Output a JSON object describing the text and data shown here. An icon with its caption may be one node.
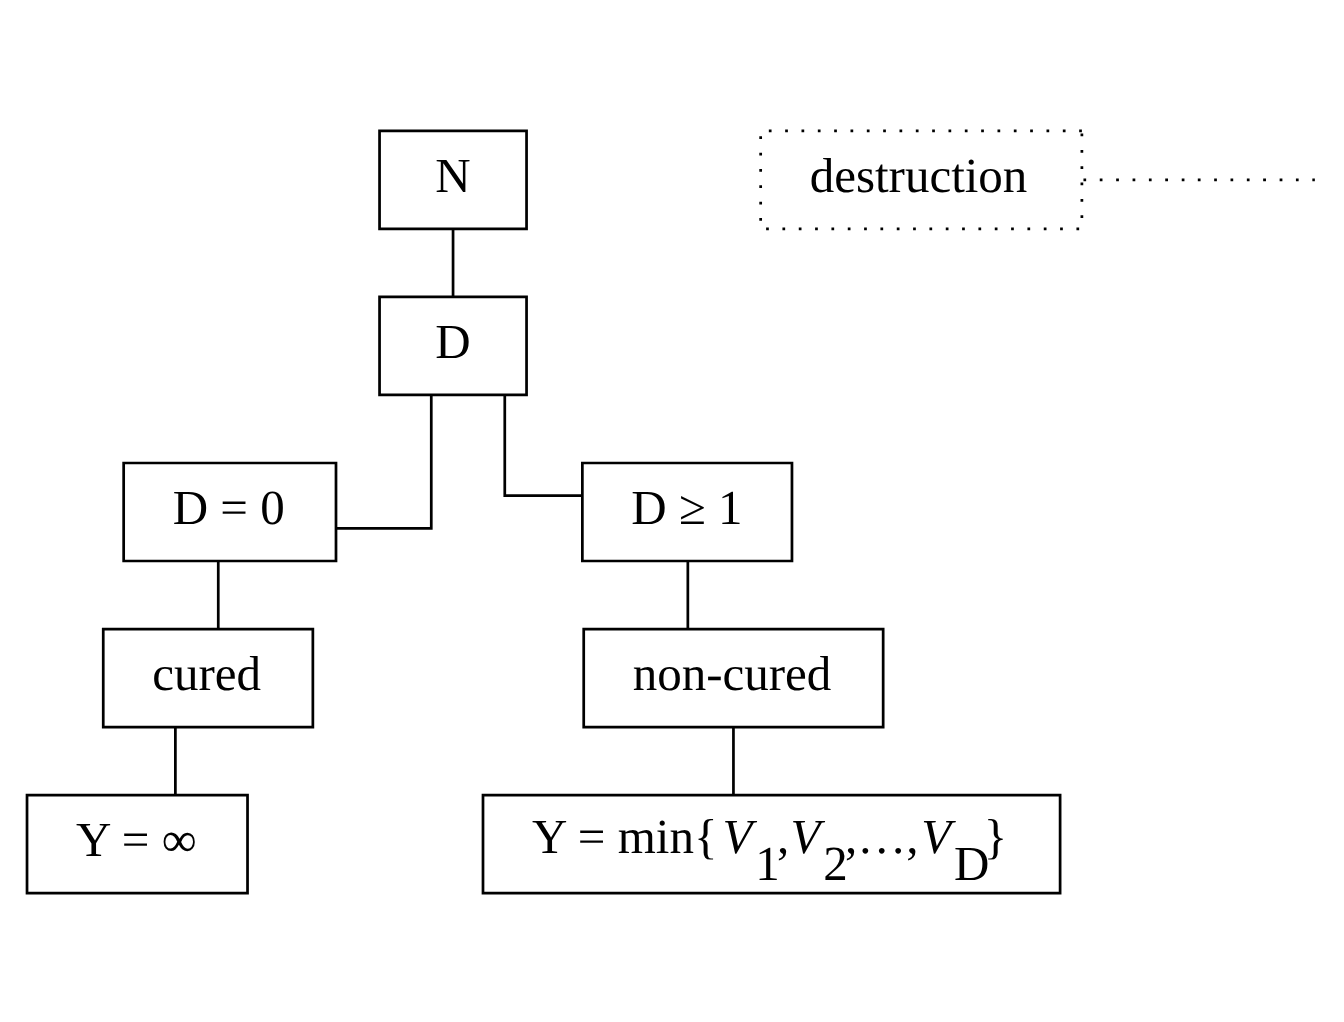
{
  "diagram": {
    "nodes": [
      {
        "text": [
          "N"
        ]
      },
      {
        "text": [
          "destruction"
        ]
      },
      {
        "text": [
          "D"
        ]
      },
      {
        "text": [
          "D = 0"
        ]
      },
      {
        "text": [
          "D ≥ 1"
        ]
      },
      {
        "text": [
          "cured"
        ]
      },
      {
        "text": [
          "non-cured"
        ]
      },
      {
        "text": [
          "Y = ∞"
        ]
      },
      {
        "text": [
          "Y = min{*V*$_{1}$,*V*$_{2}$,…,*V*$_{D}$}"
        ]
      }
    ],
    "edges": [
      {
        "from": 0,
        "to": 2,
        "arrow": "none"
      },
      {
        "from": 1,
        "to": null,
        "arrow": "none",
        "style": "dashed"
      },
      {
        "from": 2,
        "to": 3,
        "arrow": "none"
      },
      {
        "from": 2,
        "to": 4,
        "arrow": "none"
      },
      {
        "from": 3,
        "to": 5,
        "arrow": "none"
      },
      {
        "from": 4,
        "to": 6,
        "arrow": "none"
      },
      {
        "from": 5,
        "to": 7,
        "arrow": "none"
      },
      {
        "from": 6,
        "to": 8,
        "arrow": "none"
      }
    ]
  }
}
